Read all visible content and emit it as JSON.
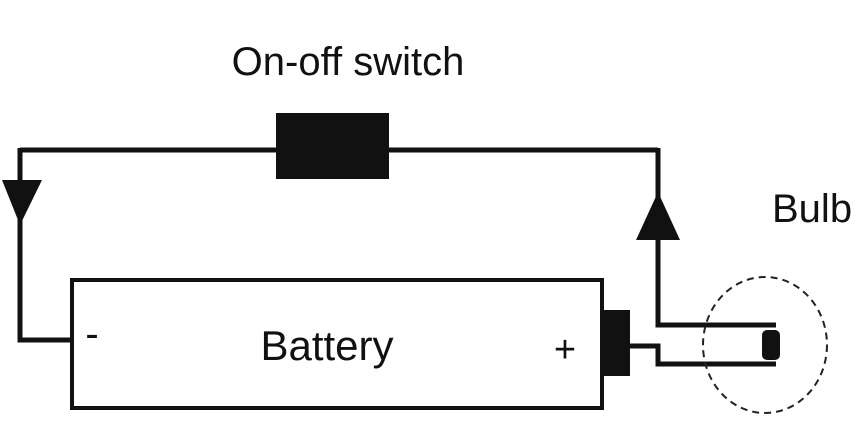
{
  "labels": {
    "switch": "On-off switch",
    "bulb": "Bulb",
    "battery": "Battery",
    "minus": "-",
    "plus": "+"
  },
  "colors": {
    "wire": "#111111",
    "background": "#ffffff"
  }
}
